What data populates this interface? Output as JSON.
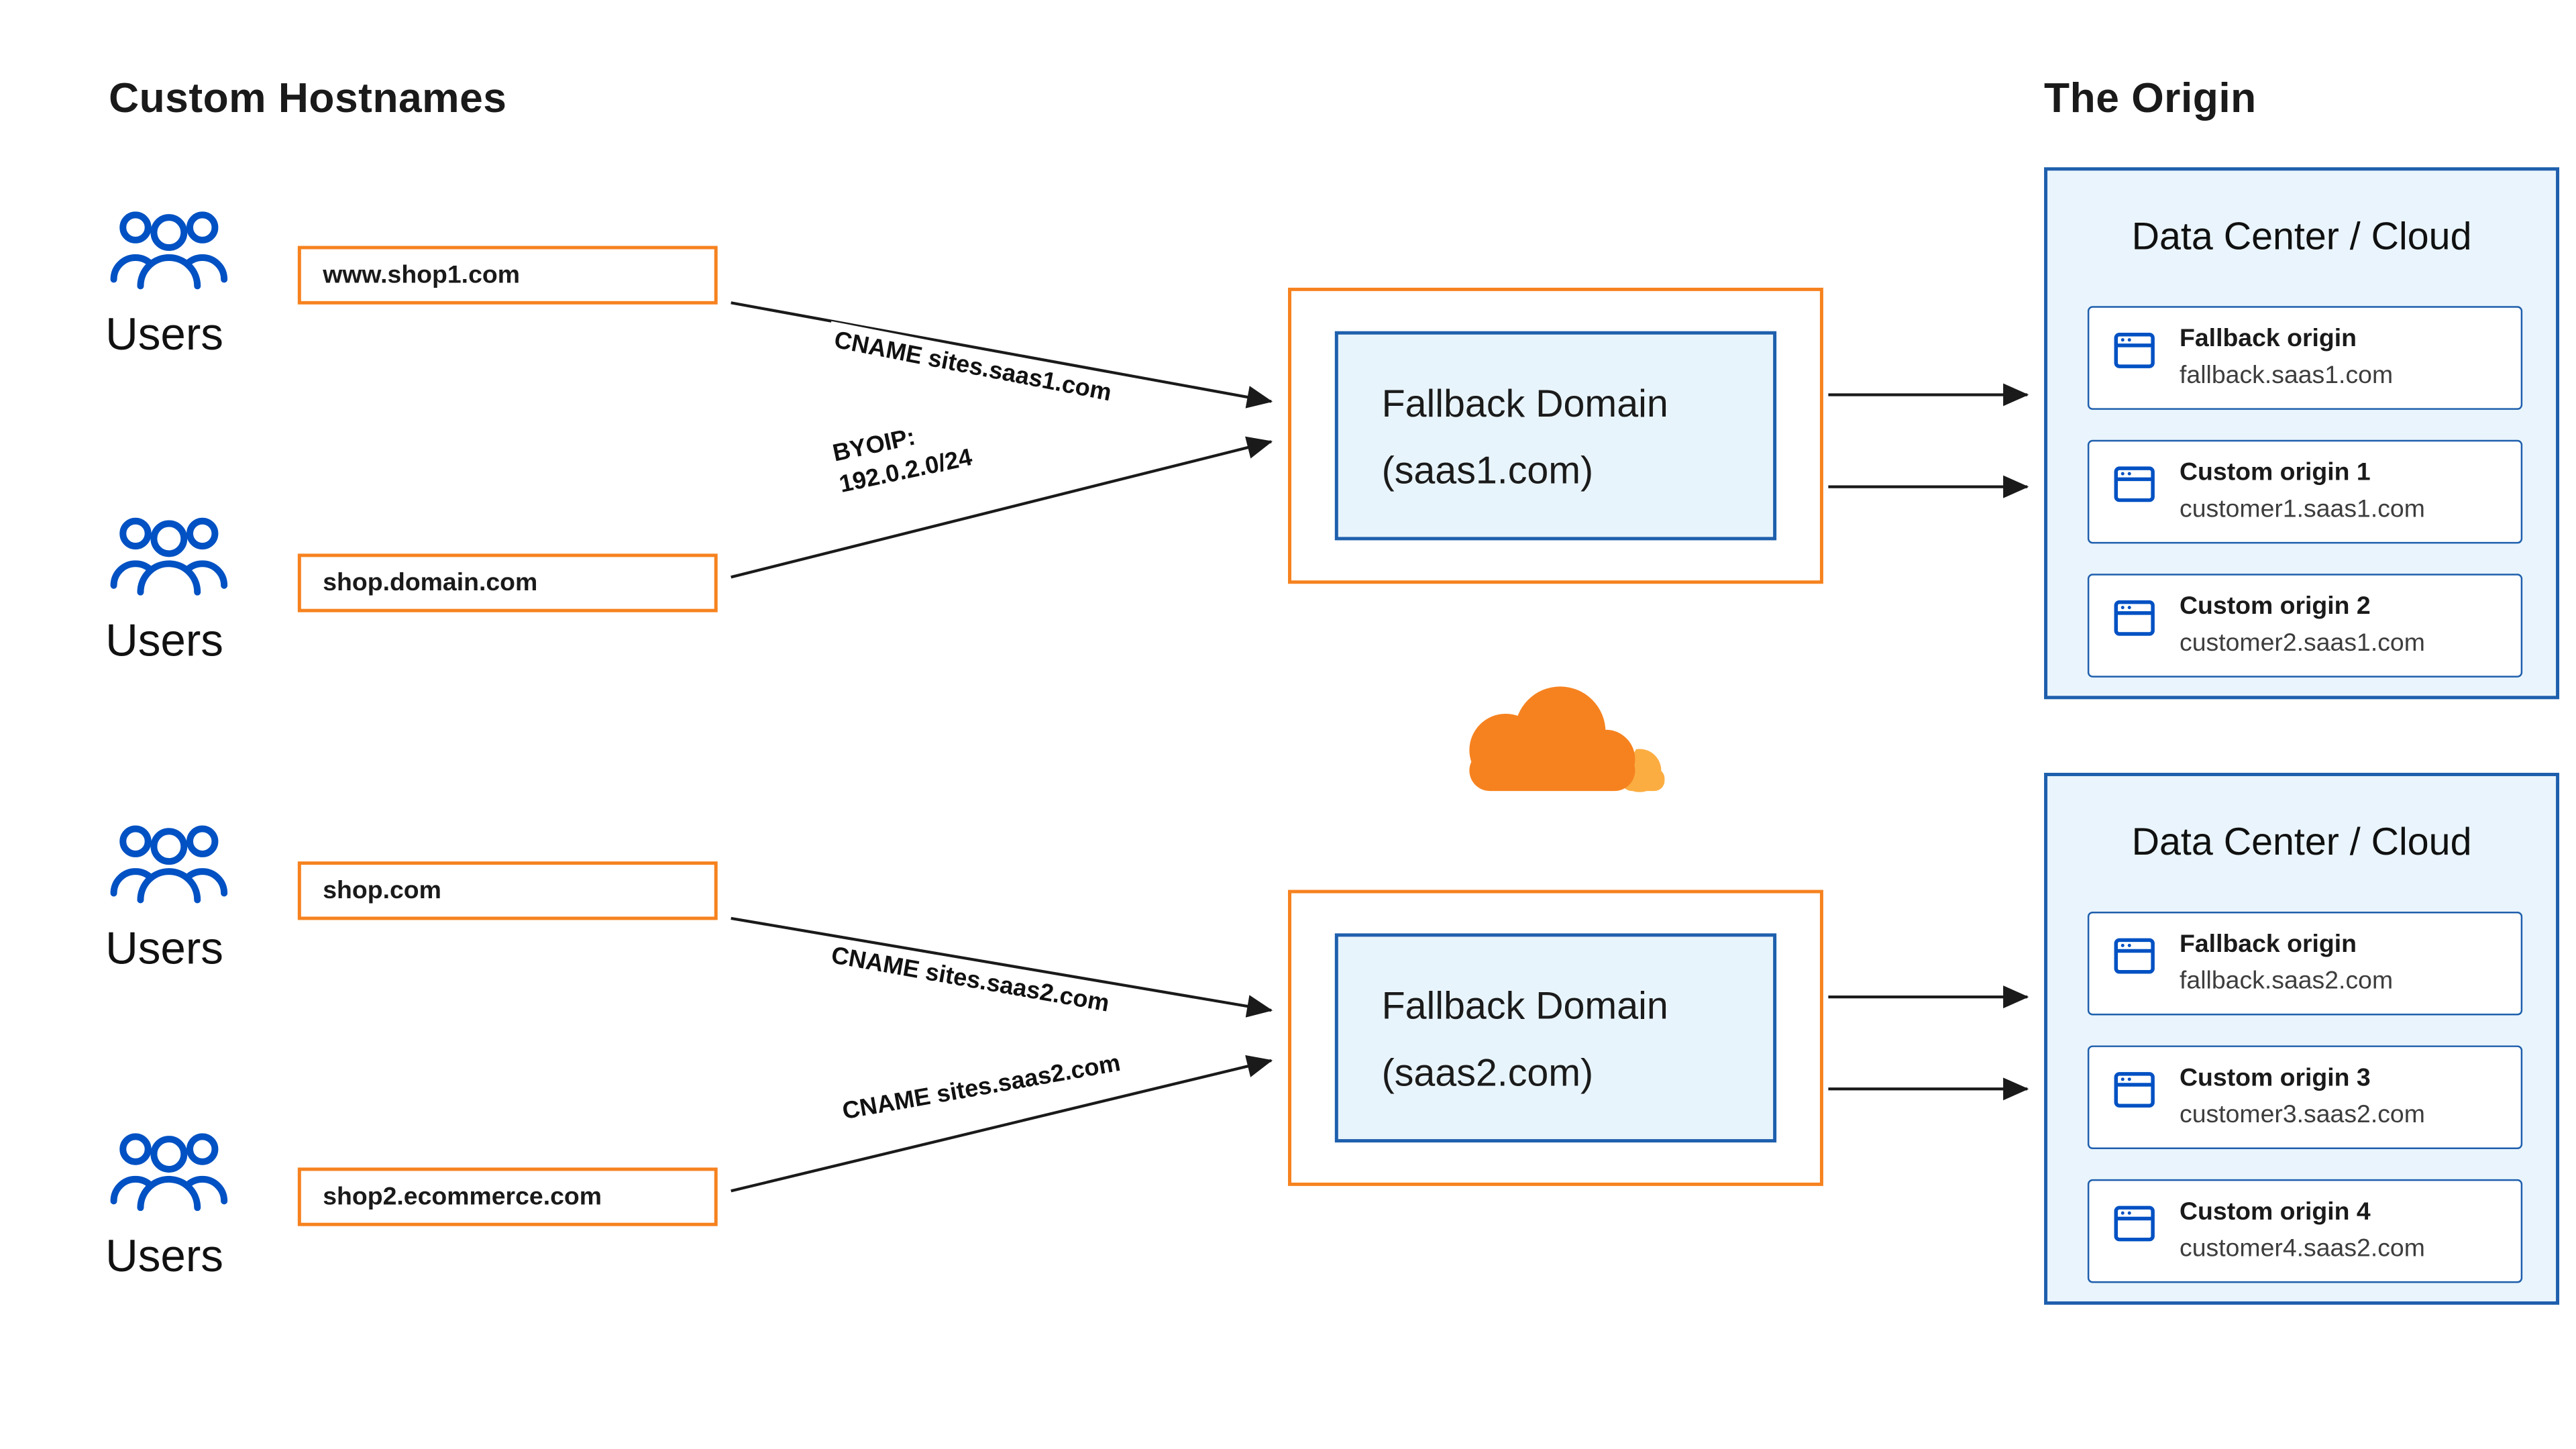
{
  "headings": {
    "left": "Custom Hostnames",
    "right": "The Origin"
  },
  "users_label": "Users",
  "hostnames": [
    {
      "label": "www.shop1.com"
    },
    {
      "label": "shop.domain.com"
    },
    {
      "label": "shop.com"
    },
    {
      "label": "shop2.ecommerce.com"
    }
  ],
  "edges": [
    {
      "label": "CNAME sites.saas1.com"
    },
    {
      "label": "BYOIP:\n192.0.2.0/24"
    },
    {
      "label": "CNAME sites.saas2.com"
    },
    {
      "label": "CNAME sites.saas2.com"
    }
  ],
  "fallback_domains": [
    {
      "line1": "Fallback Domain",
      "line2": "(saas1.com)"
    },
    {
      "line1": "Fallback Domain",
      "line2": "(saas2.com)"
    }
  ],
  "data_centers": [
    {
      "title": "Data Center / Cloud",
      "origins": [
        {
          "name": "Fallback origin",
          "host": "fallback.saas1.com"
        },
        {
          "name": "Custom origin 1",
          "host": "customer1.saas1.com"
        },
        {
          "name": "Custom origin 2",
          "host": "customer2.saas1.com"
        }
      ]
    },
    {
      "title": "Data Center / Cloud",
      "origins": [
        {
          "name": "Fallback origin",
          "host": "fallback.saas2.com"
        },
        {
          "name": "Custom origin 3",
          "host": "customer3.saas2.com"
        },
        {
          "name": "Custom origin 4",
          "host": "customer4.saas2.com"
        }
      ]
    }
  ],
  "icons": {
    "users": "users-icon",
    "origin_card": "browser-window-icon",
    "center": "cloudflare-logo"
  },
  "colors": {
    "orange": "#F6821F",
    "orange_light": "#FBAD41",
    "blue": "#0051C3",
    "panel_border": "#1E5FAD",
    "panel_fill": "#E9F4FC",
    "inner_fill": "#E8F4FB",
    "text": "#1A1A1A"
  }
}
